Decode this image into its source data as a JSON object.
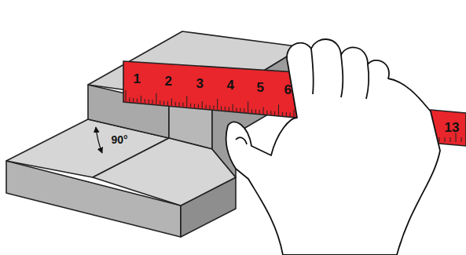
{
  "diagram": {
    "labels": [
      "1",
      "2",
      "3",
      "4",
      "5",
      "6",
      "13",
      "90°"
    ]
  }
}
